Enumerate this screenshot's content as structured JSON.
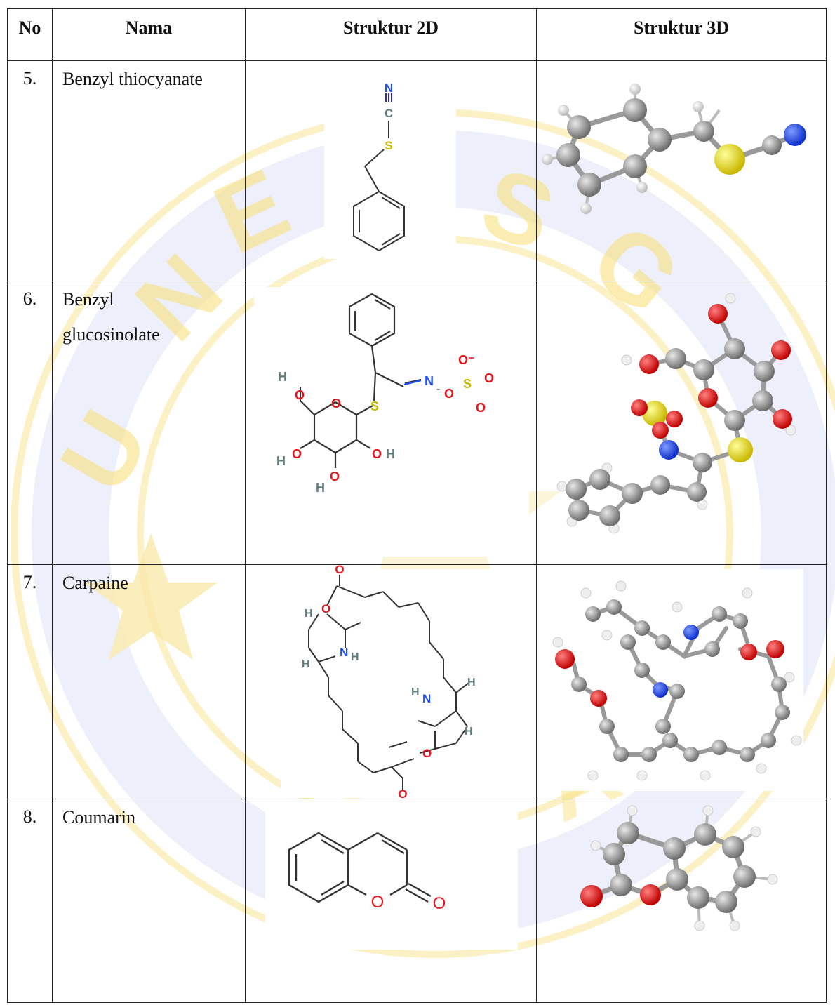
{
  "table": {
    "headers": [
      "No",
      "Nama",
      "Struktur 2D",
      "Struktur 3D"
    ],
    "rows": [
      {
        "no": "5.",
        "name": "Benzyl thiocyanate"
      },
      {
        "no": "6.",
        "name_line1": "Benzyl",
        "name_line2": "glucosinolate"
      },
      {
        "no": "7.",
        "name": "Carpaine"
      },
      {
        "no": "8.",
        "name": "Coumarin"
      }
    ]
  },
  "atom_labels": {
    "N": "N",
    "C": "C",
    "S": "S",
    "O": "O",
    "H": "H",
    "O_minus": "O⁻"
  },
  "colors": {
    "carbon": "#8a8a8a",
    "hydrogen": "#f2f2f2",
    "oxygen": "#e8141b",
    "nitrogen": "#1f4fff",
    "sulfur": "#f0e21a",
    "watermark": "#f3c400",
    "watermark_blue": "#c9cfee"
  }
}
